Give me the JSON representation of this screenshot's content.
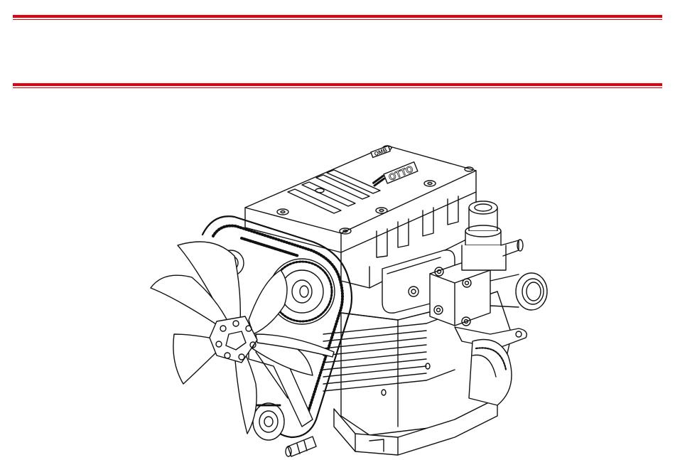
{
  "document": {
    "header_text": "",
    "rule_color": "#e3000f"
  },
  "illustration": {
    "subject": "engine-line-drawing",
    "embossed_labels": [
      "OMB",
      "OTTO"
    ]
  }
}
